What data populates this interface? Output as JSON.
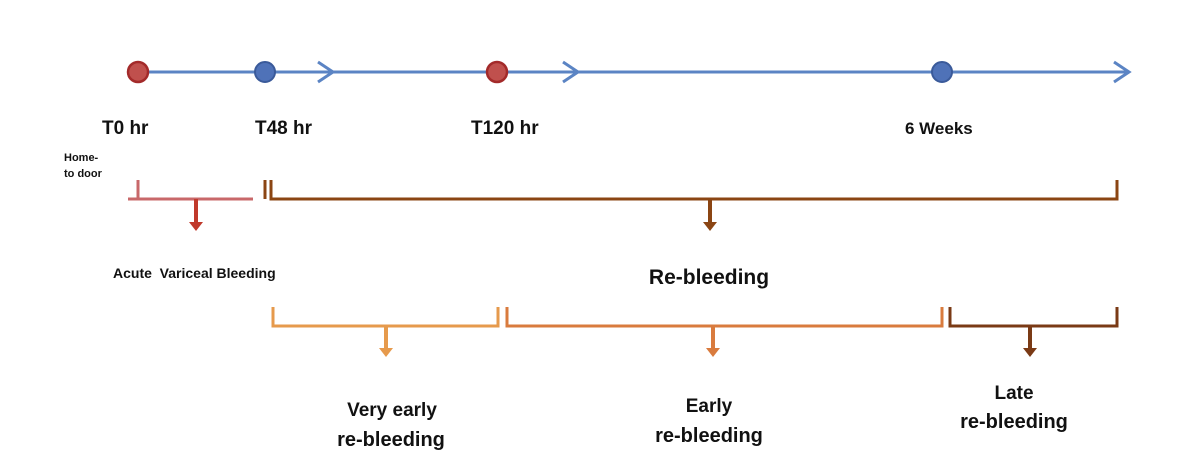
{
  "colors": {
    "axis": "#5b84c4",
    "node_event": "#c0504d",
    "node_event_stroke": "#a32a2a",
    "node_plain": "#4f72b8",
    "node_plain_stroke": "#3a5a9a",
    "acute": "#c8686a",
    "acute_arrow": "#c0392b",
    "rebleed": "#8b4513",
    "very_early": "#e69a4c",
    "early": "#d97b3e",
    "late": "#7a3a15"
  },
  "timeline": {
    "points": [
      {
        "label": "T0 hr",
        "kind": "event"
      },
      {
        "label": "T48 hr",
        "kind": "plain"
      },
      {
        "label": "T120 hr",
        "kind": "event"
      },
      {
        "label": "6 Weeks",
        "kind": "plain"
      }
    ]
  },
  "labels": {
    "home_to_door_1": "Home-",
    "home_to_door_2": "to door",
    "acute": "Acute  Variceal Bleeding",
    "rebleeding": "Re-bleeding",
    "very_early_1": "Very early",
    "very_early_2": "re-bleeding",
    "early_1": "Early",
    "early_2": "re-bleeding",
    "late_1": "Late",
    "late_2": "re-bleeding"
  }
}
